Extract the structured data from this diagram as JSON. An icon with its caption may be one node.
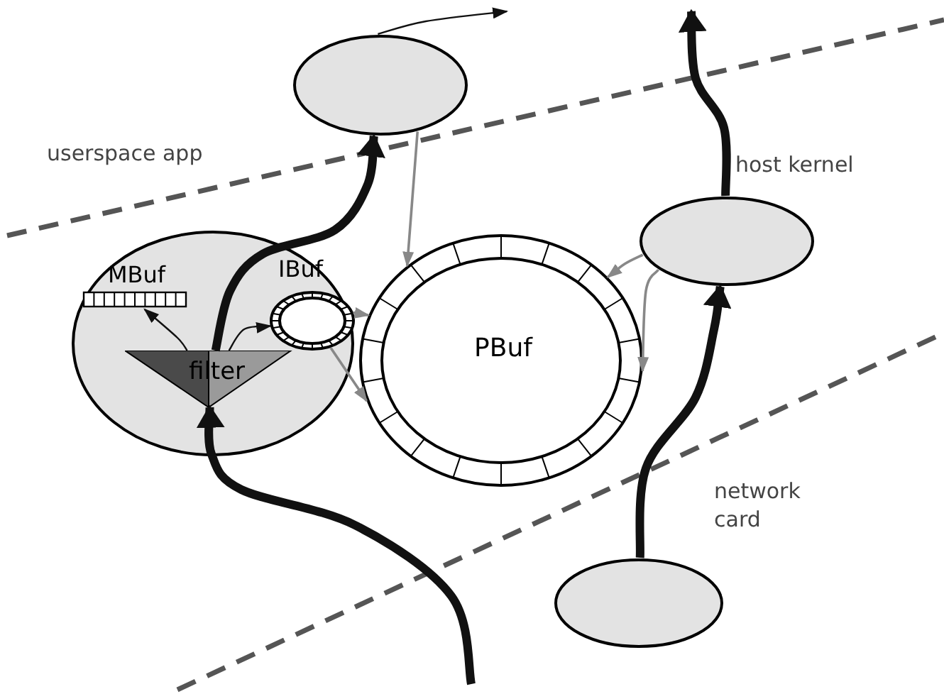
{
  "diagram": {
    "nodes": [
      {
        "text": [],
        "shape": "ellipse"
      },
      {
        "text": [
          "MBuf"
        ],
        "in": 0
      },
      {
        "text": [
          "IBuf"
        ],
        "in": 0
      },
      {
        "text": [
          "filter"
        ],
        "in": 0
      },
      {
        "text": [
          "PBuf"
        ]
      },
      {
        "text": [],
        "shape": "ellipse"
      },
      {
        "text": [],
        "shape": "ellipse"
      },
      {
        "text": [],
        "shape": "ellipse"
      }
    ],
    "edges": [
      {
        "from": null,
        "to": 3,
        "arrow": "to",
        "style": "thick"
      },
      {
        "from": 3,
        "to": 1,
        "arrow": "to"
      },
      {
        "from": 3,
        "to": 2,
        "arrow": "to"
      },
      {
        "from": 3,
        "to": 5,
        "arrow": "to",
        "style": "thick"
      },
      {
        "from": 2,
        "to": 4,
        "arrow": "to",
        "color": "#888888"
      },
      {
        "from": 2,
        "to": 4,
        "arrow": "to",
        "color": "#888888"
      },
      {
        "from": 5,
        "to": 4,
        "arrow": "to",
        "color": "#888888"
      },
      {
        "from": 6,
        "to": 4,
        "arrow": "to",
        "color": "#888888"
      },
      {
        "from": 6,
        "to": 4,
        "arrow": "to",
        "color": "#888888"
      },
      {
        "from": 5,
        "to": null,
        "arrow": "to"
      },
      {
        "from": 6,
        "to": null,
        "arrow": "to",
        "style": "thick"
      },
      {
        "from": 7,
        "to": 6,
        "arrow": "to",
        "style": "thick"
      }
    ],
    "labels": [
      "userspace app",
      "host kernel",
      "network card"
    ]
  }
}
